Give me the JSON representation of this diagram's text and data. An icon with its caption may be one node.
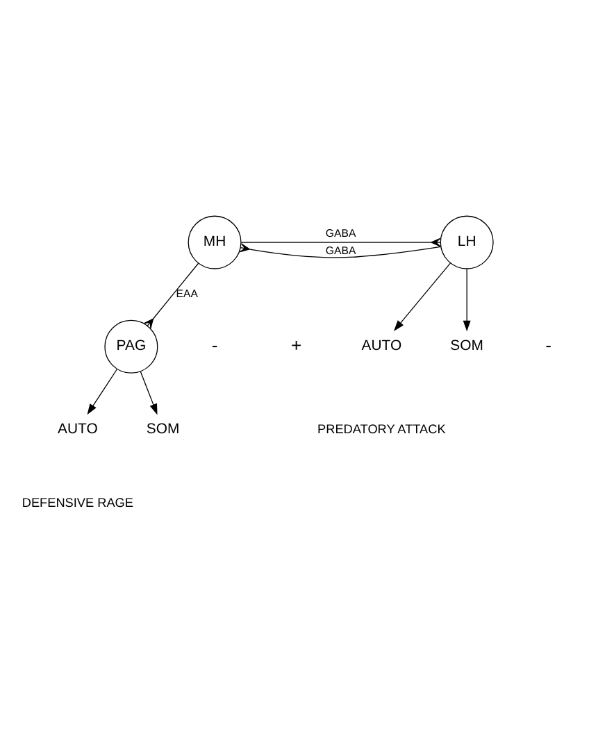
{
  "diagram": {
    "nodes": [
      {
        "text": [
          "MH"
        ]
      },
      {
        "text": [
          "LH"
        ]
      },
      {
        "text": [
          "PAG"
        ]
      },
      {
        "text": [
          "AUTO"
        ]
      },
      {
        "text": [
          "SOM"
        ]
      },
      {
        "text": [
          "AUTO"
        ]
      },
      {
        "text": [
          "SOM"
        ]
      }
    ],
    "edges": [
      {
        "from": 0,
        "to": 1,
        "arrow": "other",
        "label": "GABA"
      },
      {
        "from": 1,
        "to": 0,
        "arrow": "other",
        "label": "GABA"
      },
      {
        "from": 0,
        "to": 2,
        "arrow": "other",
        "label": "EAA"
      },
      {
        "from": 2,
        "to": 3,
        "arrow": "to"
      },
      {
        "from": 2,
        "to": 4,
        "arrow": "to"
      },
      {
        "from": 1,
        "to": 5,
        "arrow": "to"
      },
      {
        "from": 1,
        "to": 6,
        "arrow": "to"
      }
    ],
    "labels": [
      "-",
      "-",
      "+",
      "DEFENSIVE RAGE",
      "PREDATORY ATTACK"
    ]
  }
}
